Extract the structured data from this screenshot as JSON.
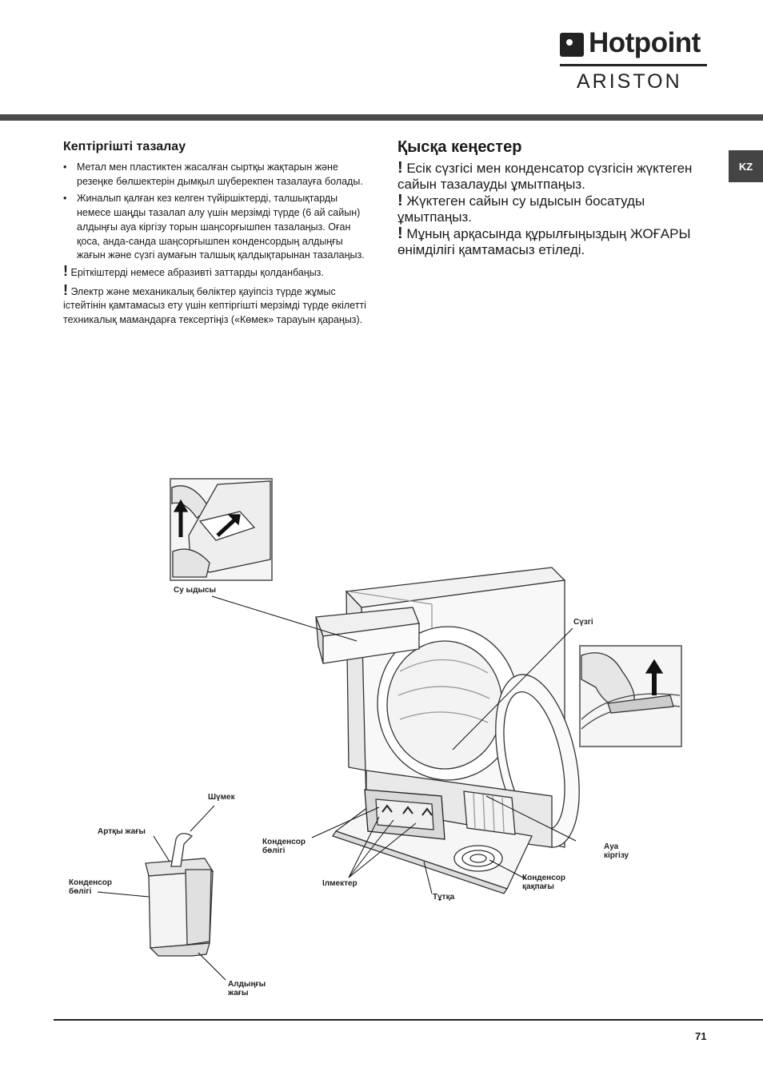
{
  "brand": {
    "name": "Hotpoint",
    "sub": "ARISTON"
  },
  "lang_tab": "KZ",
  "left": {
    "title": "Кептіргішті тазалау",
    "bullets": [
      "Метал мен пластиктен жасалған сыртқы жақтарын және резеңке бөлшектерін дымқыл шүберекпен тазалауға болады.",
      "Жиналып қалған кез келген түйіршіктерді, талшықтарды немесе шаңды тазалап алу үшін мерзімді түрде (6 ай сайын) алдыңғы ауа кіргізу торын шаңсорғышпен тазалаңыз. Оған қоса, анда-санда шаңсорғышпен конденсордың алдыңғы жағын және сүзгі аумағын талшық қалдықтарынан тазалаңыз."
    ],
    "note1": "Еріткіштерді немесе абразивті заттарды қолданбаңыз.",
    "note2": "Электр және механикалық бөліктер қауіпсіз түрде жұмыс істейтінін қамтамасыз ету үшін кептіргішті мерзімді түрде өкілетті техникалық мамандарға тексертіңіз («Көмек» тарауын қараңыз)."
  },
  "right": {
    "title": "Қысқа кеңестер",
    "tip1": "Есік сүзгісі мен конденсатор сүзгісін жүктеген сайын тазалауды ұмытпаңыз.",
    "tip2": "Жүктеген сайын су ыдысын босатуды ұмытпаңыз.",
    "tip3": "Мұның арқасында құрылғыңыздың ЖОҒАРЫ өнімділігі қамтамасыз етіледі."
  },
  "exclaim": "!",
  "labels": {
    "water_container": "Су ыдысы",
    "filter": "Сүзгі",
    "spout": "Шүмек",
    "back_side": "Артқы жағы",
    "condenser_unit_left_1": "Конденсор",
    "condenser_unit_left_2": "бөлігі",
    "condenser_unit_mid_1": "Конденсор",
    "condenser_unit_mid_2": "бөлігі",
    "hooks": "Ілмектер",
    "handle": "Тұтқа",
    "condenser_cover_1": "Конденсор",
    "condenser_cover_2": "қақпағы",
    "air_intake_1": "Ауа",
    "air_intake_2": "кіргізу",
    "front_side_1": "Алдыңғы",
    "front_side_2": "жағы"
  },
  "page_number": "71"
}
